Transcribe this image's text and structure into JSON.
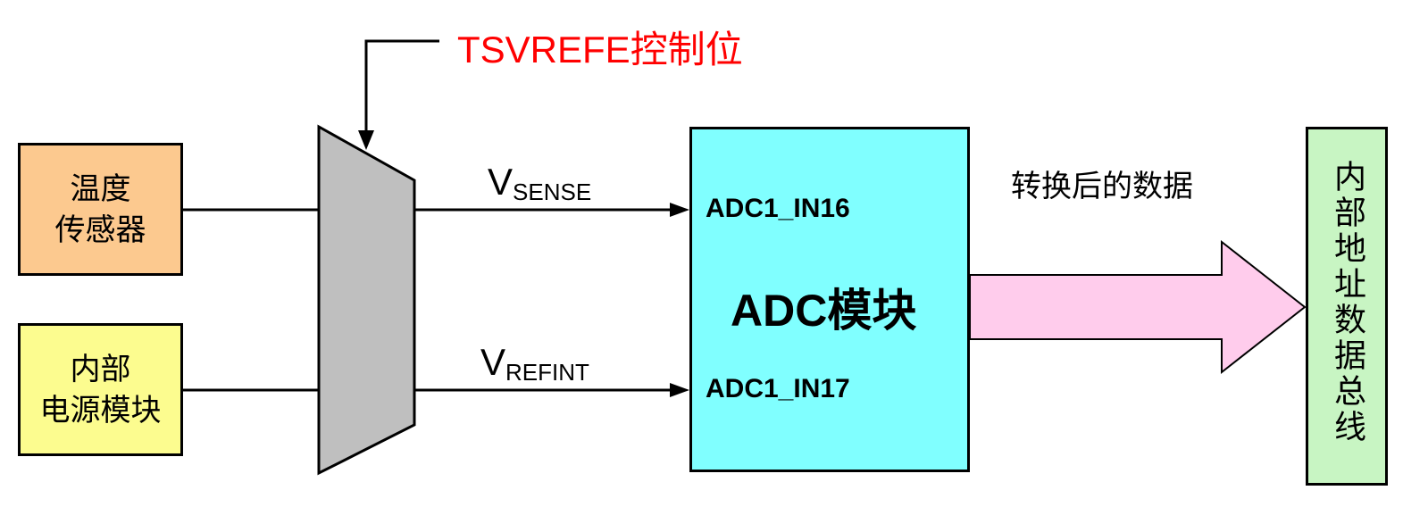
{
  "colors": {
    "temp_sensor_fill": "#fcc98f",
    "power_block_fill": "#fcfc8f",
    "mux_fill": "#bfbfbf",
    "adc_fill": "#80ffff",
    "bus_fill": "#c8f5c3",
    "arrow_fill": "#ffccec",
    "control_text": "#ff0000",
    "line": "#000000"
  },
  "temp_sensor": {
    "line1": "温度",
    "line2": "传感器"
  },
  "power_block": {
    "line1": "内部",
    "line2": "电源模块"
  },
  "control": {
    "label": "TSVREFE控制位"
  },
  "signals": {
    "vsense": {
      "main": "V",
      "sub": "SENSE"
    },
    "vrefint": {
      "main": "V",
      "sub": "REFINT"
    }
  },
  "adc": {
    "pin16": "ADC1_IN16",
    "title": "ADC模块",
    "pin17": "ADC1_IN17"
  },
  "output": {
    "label": "转换后的数据"
  },
  "bus": {
    "label": "内部地址数据总线"
  }
}
